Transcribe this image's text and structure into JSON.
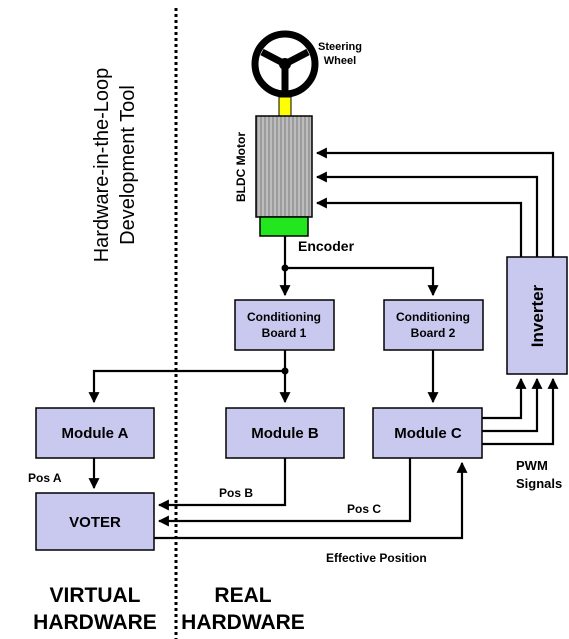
{
  "side_title": {
    "line1": "Hardware-in-the-Loop",
    "line2": "Development Tool"
  },
  "steering_wheel": {
    "line1": "Steering",
    "line2": "Wheel"
  },
  "motor_label": "BLDC Motor",
  "encoder_label": "Encoder",
  "conditioning_board_1": {
    "line1": "Conditioning",
    "line2": "Board 1"
  },
  "conditioning_board_2": {
    "line1": "Conditioning",
    "line2": "Board 2"
  },
  "inverter_label": "Inverter",
  "module_a": "Module A",
  "module_b": "Module B",
  "module_c": "Module C",
  "voter": "VOTER",
  "pos_a": "Pos A",
  "pos_b": "Pos B",
  "pos_c": "Pos C",
  "pwm": {
    "line1": "PWM",
    "line2": "Signals"
  },
  "effective_position": "Effective Position",
  "virtual_hw": {
    "line1": "VIRTUAL",
    "line2": "HARDWARE"
  },
  "real_hw": {
    "line1": "REAL",
    "line2": "HARDWARE"
  },
  "colors": {
    "block_fill": "#c9c9ef",
    "motor_gray": "#a9a9a9",
    "encoder_green": "#22e61e",
    "shaft_yellow": "#ffff00"
  }
}
